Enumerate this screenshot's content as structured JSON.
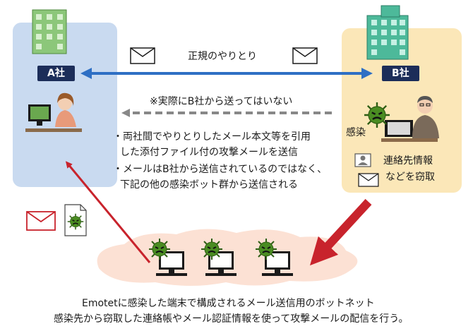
{
  "company_a": {
    "label": "A社"
  },
  "company_b": {
    "label": "B社"
  },
  "exchange_label": "正規のやりとり",
  "note_not_sent": "※実際にB社から送ってはいない",
  "explanation": [
    "・両社間でやりとりしたメール本文等を引用",
    "した添付ファイル付の攻撃メールを送信",
    "・メールはB社から送信されているのではなく、",
    "下記の他の感染ボット群から送信される"
  ],
  "infection_label": "感染",
  "stolen_info": [
    "連絡先情報",
    "などを窃取"
  ],
  "caption": [
    "Emotetに感染した端末で構成されるメール送信用のボットネット",
    "感染先から窃取した連絡帳やメール認証情報を使って攻撃メールの配信を行う。"
  ],
  "colors": {
    "accent_blue": "#2e6fc4",
    "attack_red": "#c8232c",
    "panel_a": "#c9daf0",
    "panel_b": "#fbe7b8",
    "badge": "#1c2d59",
    "virus_green": "#3f7d1d"
  }
}
